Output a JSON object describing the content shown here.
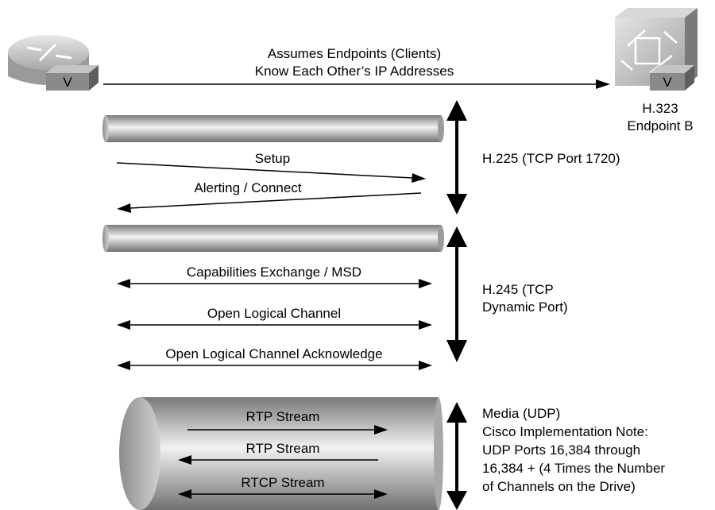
{
  "top_message": {
    "line1": "Assumes Endpoints (Clients)",
    "line2": "Know Each Other’s IP Addresses"
  },
  "router": {
    "badge": "V"
  },
  "endpoint_b": {
    "badge": "V",
    "label_line1": "H.323",
    "label_line2": "Endpoint B"
  },
  "h225": {
    "label": "H.225 (TCP Port 1720)",
    "messages": [
      {
        "text": "Setup"
      },
      {
        "text": "Alerting / Connect"
      }
    ]
  },
  "h245": {
    "label_line1": "H.245 (TCP",
    "label_line2": "Dynamic Port)",
    "messages": [
      {
        "text": "Capabilities Exchange / MSD"
      },
      {
        "text": "Open Logical Channel"
      },
      {
        "text": "Open Logical Channel Acknowledge"
      }
    ]
  },
  "media": {
    "label_lines": [
      "Media (UDP)",
      "Cisco Implementation Note:",
      "UDP Ports 16,384 through",
      "16,384 + (4 Times the Number",
      "of Channels on the Drive)"
    ],
    "streams": [
      {
        "text": "RTP Stream"
      },
      {
        "text": "RTP Stream"
      },
      {
        "text": "RTCP Stream"
      }
    ]
  },
  "colors": {
    "line": "#000000",
    "pipe_light": "#f2f2f2",
    "pipe_dark": "#7a7a7a",
    "device": "#b5b5b5",
    "badge": "#8a8a8a"
  }
}
